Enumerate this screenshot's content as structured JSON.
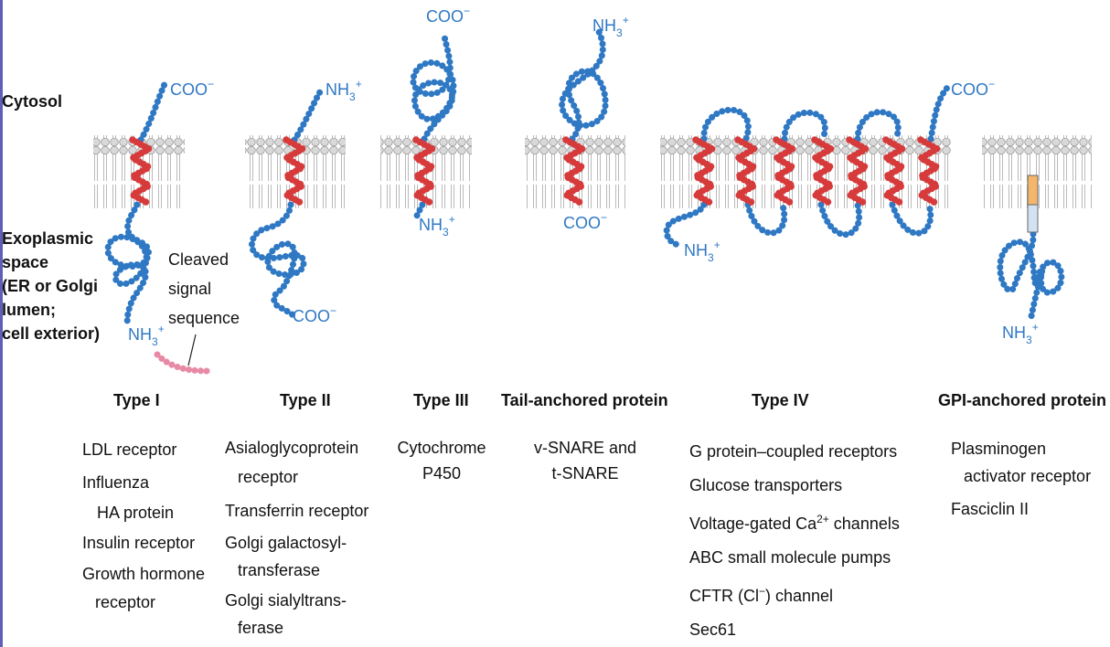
{
  "regions": {
    "cytosol": "Cytosol",
    "exoplasmic": [
      "Exoplasmic",
      "space",
      "(ER or Golgi",
      "lumen;",
      "cell exterior)"
    ]
  },
  "termini": {
    "cooh": "COO",
    "nh3": "NH",
    "sub3": "3",
    "plus": "+",
    "minus": "−"
  },
  "cleaved_label": [
    "Cleaved",
    "signal",
    "sequence"
  ],
  "types": [
    {
      "name": "Type I",
      "examples": [
        "LDL receptor",
        "Influenza",
        "HA protein",
        "Insulin receptor",
        "Growth hormone",
        "receptor"
      ]
    },
    {
      "name": "Type II",
      "examples": [
        "Asialoglycoprotein",
        "receptor",
        "Transferrin receptor",
        "Golgi galactosyl-",
        "transferase",
        "Golgi sialyltrans-",
        "ferase"
      ]
    },
    {
      "name": "Type III",
      "examples": [
        "Cytochrome",
        "P450"
      ]
    },
    {
      "name": "Tail-anchored protein",
      "examples": [
        "v-SNARE and",
        "t-SNARE"
      ]
    },
    {
      "name": "Type IV",
      "examples": [
        "G protein–coupled receptors",
        "Glucose transporters",
        "Voltage-gated Ca",
        "2+",
        " channels",
        "ABC small molecule pumps",
        "CFTR (Cl",
        "−",
        ") channel",
        "Sec61"
      ]
    },
    {
      "name": "GPI-anchored protein",
      "examples": [
        "Plasminogen",
        "activator receptor",
        "Fasciclin II"
      ]
    }
  ],
  "colors": {
    "chain": "#2f78c4",
    "helix": "#d63a3a",
    "signal": "#e88aa6",
    "membrane": "#d4d4d4",
    "gpi_top": "#f4b66a",
    "gpi_bottom": "#d3e2f2"
  }
}
